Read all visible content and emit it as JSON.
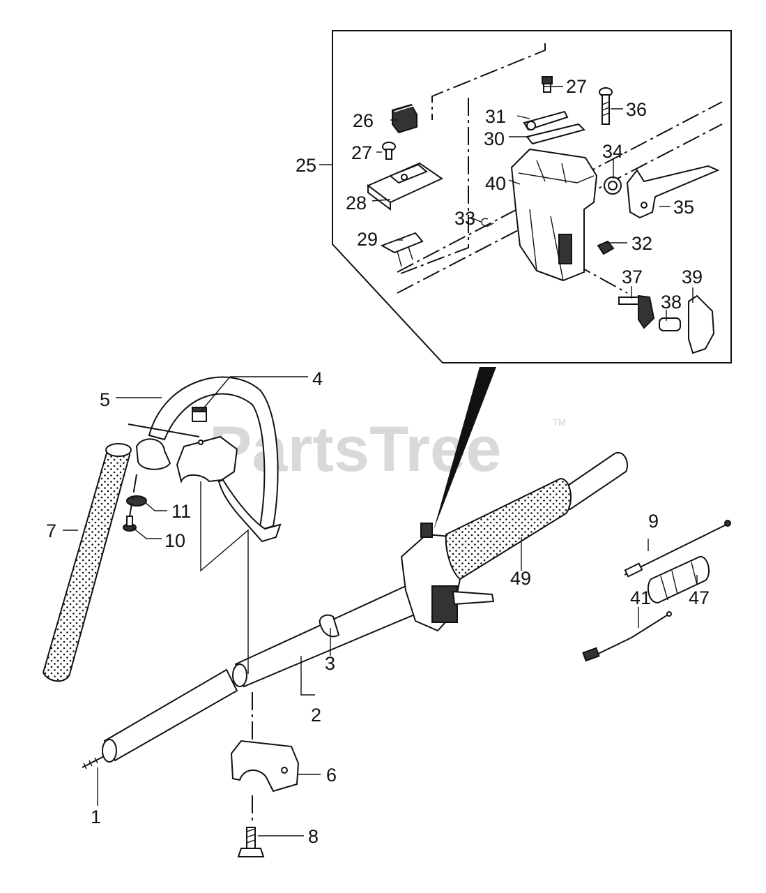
{
  "watermark": {
    "text": "PartsTree",
    "trademark": "TM"
  },
  "callouts": {
    "p1": "1",
    "p2": "2",
    "p3": "3",
    "p4": "4",
    "p5": "5",
    "p6": "6",
    "p7": "7",
    "p8": "8",
    "p9": "9",
    "p10": "10",
    "p11": "11",
    "p25": "25",
    "p26": "26",
    "p27a": "27",
    "p27b": "27",
    "p28": "28",
    "p29": "29",
    "p30": "30",
    "p31": "31",
    "p32": "32",
    "p33": "33",
    "p34": "34",
    "p35": "35",
    "p36": "36",
    "p37": "37",
    "p38": "38",
    "p39": "39",
    "p40": "40",
    "p41": "41",
    "p47": "47",
    "p49": "49"
  }
}
